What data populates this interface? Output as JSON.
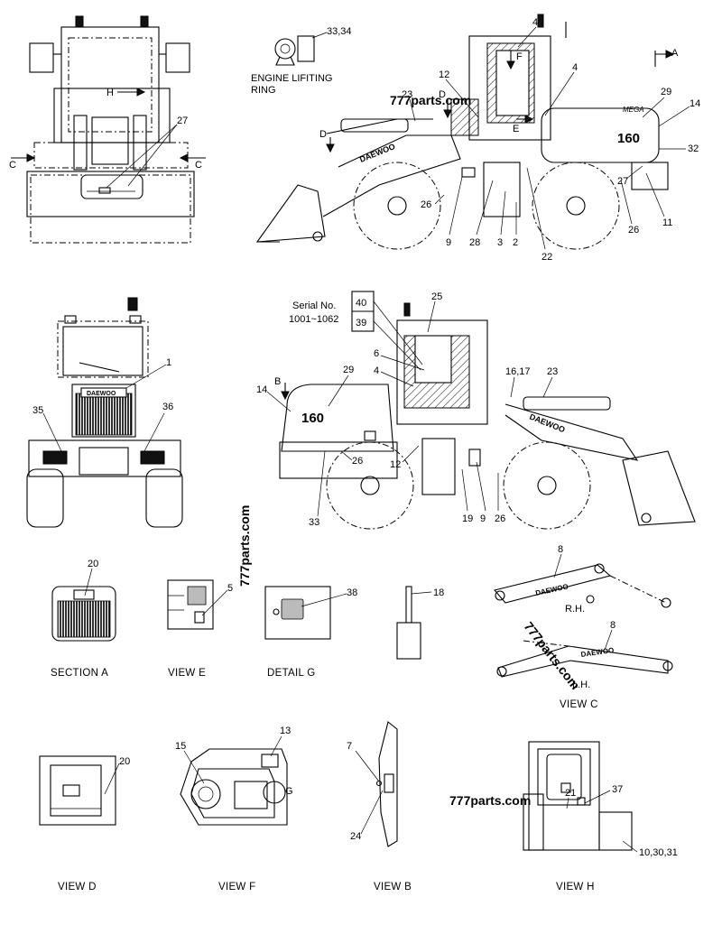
{
  "callouts": {
    "c1": "1",
    "c2": "2",
    "c3": "3",
    "c4a": "4",
    "c4b": "4",
    "c4c": "4",
    "c5": "5",
    "c6": "6",
    "c7": "7",
    "c8a": "8",
    "c8b": "8",
    "c9a": "9",
    "c9b": "9",
    "c11": "11",
    "c12a": "12",
    "c12b": "12",
    "c13": "13",
    "c14a": "14",
    "c14b": "14",
    "c15": "15",
    "c16_17": "16,17",
    "c18": "18",
    "c19": "19",
    "c20a": "20",
    "c20b": "20",
    "c21": "21",
    "c22": "22",
    "c23a": "23",
    "c23b": "23",
    "c24": "24",
    "c25": "25",
    "c26a": "26",
    "c26b": "26",
    "c26c": "26",
    "c26d": "26",
    "c27a": "27",
    "c27b": "27",
    "c28": "28",
    "c29a": "29",
    "c29b": "29",
    "c32": "32",
    "c33": "33",
    "c33_34": "33,34",
    "c35": "35",
    "c36": "36",
    "c37": "37",
    "c38": "38",
    "c39": "39",
    "c40": "40",
    "c10_30_31": "10,30,31"
  },
  "view_markers": {
    "a": "A",
    "b": "B",
    "c_left": "C",
    "c_right": "C",
    "d_front": "D",
    "d_top": "D",
    "e": "E",
    "f": "F",
    "g": "G",
    "h": "H"
  },
  "labels": {
    "engine_lifting_ring_line1": "ENGINE LIFITING",
    "engine_lifting_ring_line2": "RING",
    "serial_no_line1": "Serial No.",
    "serial_no_line2": "1001~1062",
    "rh": "R.H.",
    "lh": "L.H."
  },
  "captions": {
    "section_a": "SECTION  A",
    "view_e": "VIEW  E",
    "detail_g": "DETAIL G",
    "view_c": "VIEW  C",
    "view_d": "VIEW  D",
    "view_f": "VIEW  F",
    "view_b": "VIEW  B",
    "view_h": "VIEW  H"
  },
  "decals": {
    "brand": "DAEWOO",
    "model": "160",
    "mega": "MEGA"
  },
  "watermarks": {
    "top": "777parts.com",
    "vertical": "777parts.com",
    "view_c_diag": "777parts.com",
    "view_h": "777parts.com"
  }
}
